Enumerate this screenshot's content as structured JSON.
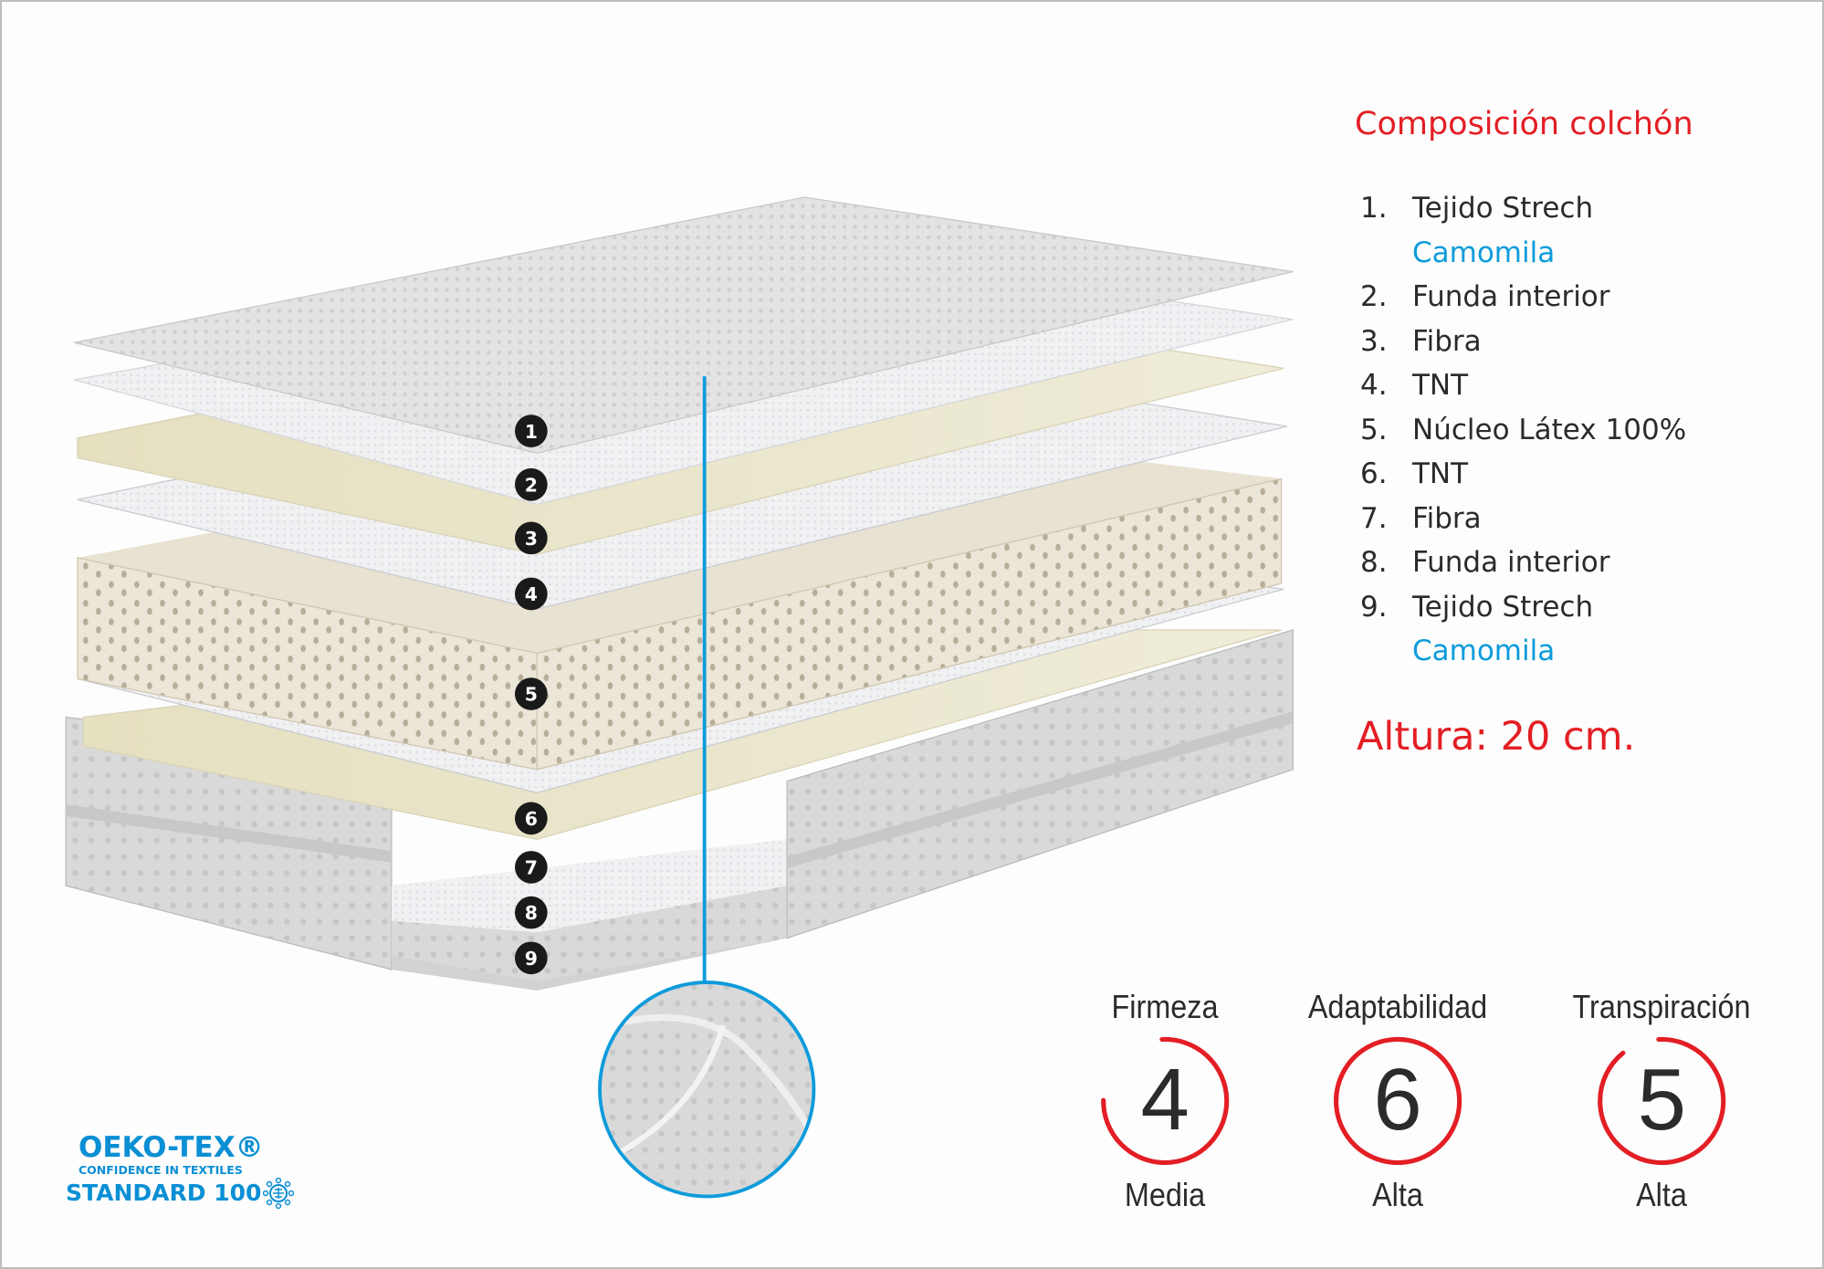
{
  "composition": {
    "title": "Composición colchón",
    "items": [
      {
        "num": "1.",
        "label": "Tejido Strech",
        "sub": "Camomila"
      },
      {
        "num": "2.",
        "label": "Funda interior"
      },
      {
        "num": "3.",
        "label": "Fibra"
      },
      {
        "num": "4.",
        "label": "TNT"
      },
      {
        "num": "5.",
        "label": "Núcleo Látex 100%"
      },
      {
        "num": "6.",
        "label": "TNT"
      },
      {
        "num": "7.",
        "label": "Fibra"
      },
      {
        "num": "8.",
        "label": "Funda interior"
      },
      {
        "num": "9.",
        "label": "Tejido Strech",
        "sub": "Camomila"
      }
    ],
    "height_label": "Altura: 20 cm."
  },
  "layer_badges": [
    "1",
    "2",
    "3",
    "4",
    "5",
    "6",
    "7",
    "8",
    "9"
  ],
  "gauges": [
    {
      "label": "Firmeza",
      "value": "4",
      "level": "Media",
      "arc_fraction": 0.76
    },
    {
      "label": "Adaptabilidad",
      "value": "6",
      "level": "Alta",
      "arc_fraction": 1.0
    },
    {
      "label": "Transpiración",
      "value": "5",
      "level": "Alta",
      "arc_fraction": 0.9
    }
  ],
  "certification": {
    "name": "OEKO-TEX®",
    "tagline": "CONFIDENCE IN TEXTILES",
    "standard": "STANDARD 100"
  },
  "colors": {
    "accent_red": "#e31e24",
    "accent_blue": "#0d9bdb",
    "logo_blue": "#0a8fd4",
    "text": "#2b2b2b"
  }
}
